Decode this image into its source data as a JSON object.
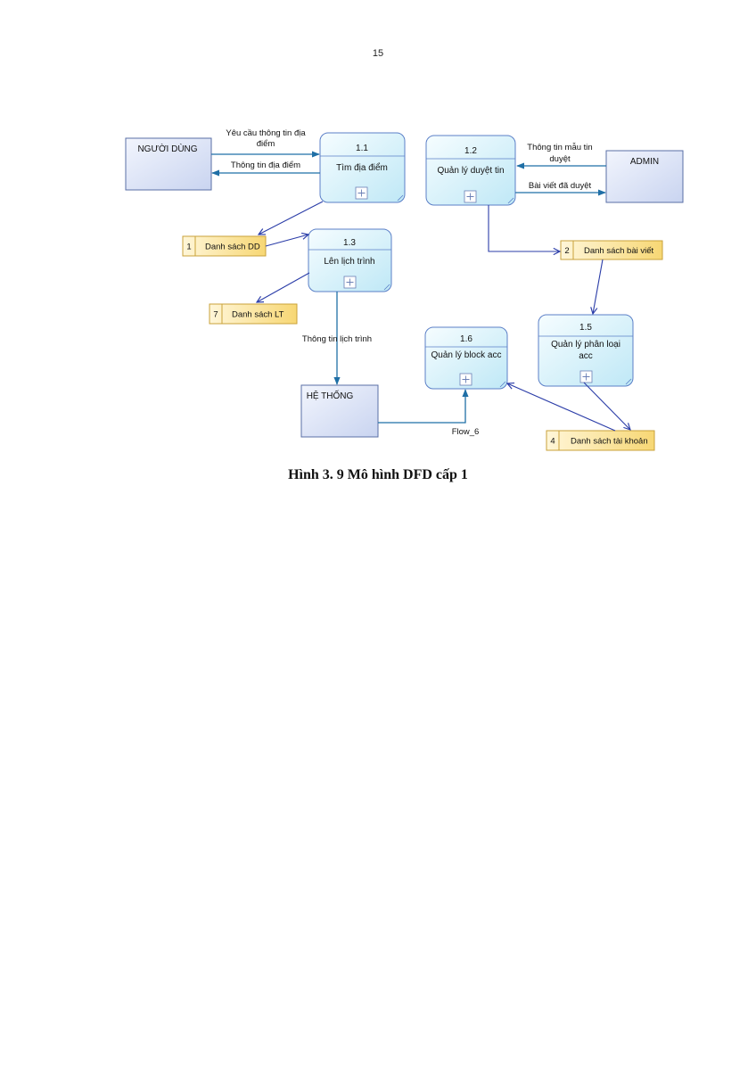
{
  "page": {
    "number": "15"
  },
  "caption": "Hình 3. 9 Mô hình DFD cấp 1",
  "diagram": {
    "entities": {
      "nguoi_dung": "NGƯỜI DÙNG",
      "admin": "ADMIN",
      "he_thong": "HỆ THỐNG"
    },
    "processes": {
      "p11": {
        "id": "1.1",
        "name": "Tìm địa điểm"
      },
      "p12": {
        "id": "1.2",
        "name": "Quản lý duyệt tin"
      },
      "p13": {
        "id": "1.3",
        "name": "Lên lịch trình"
      },
      "p15": {
        "id": "1.5",
        "name_line1": "Quản lý phân loại",
        "name_line2": "acc"
      },
      "p16": {
        "id": "1.6",
        "name": "Quản lý block acc"
      }
    },
    "stores": {
      "s1": {
        "id": "1",
        "name": "Danh sách DD"
      },
      "s2": {
        "id": "2",
        "name": "Danh sách bài viết"
      },
      "s4": {
        "id": "4",
        "name": "Danh sách tài khoản"
      },
      "s7": {
        "id": "7",
        "name": "Danh sách LT"
      }
    },
    "flows": {
      "request_line1": "Yêu cầu thông tin địa",
      "request_line2": "điểm",
      "location_info": "Thông tin địa điểm",
      "template_line1": "Thông tin mẫu tin",
      "template_line2": "duyệt",
      "approved_posts": "Bài viết đã duyệt",
      "schedule_info": "Thông tin lịch trình",
      "flow6": "Flow_6"
    },
    "colors": {
      "entity_fill": "#dfe6f7",
      "entity_stroke": "#5a6fa6",
      "process_fill": "#dff5fb",
      "process_stroke": "#5b7fc7",
      "store_fill": "#fde8a8",
      "store_stroke": "#c9a23a",
      "flow": "#2b3da8"
    }
  }
}
